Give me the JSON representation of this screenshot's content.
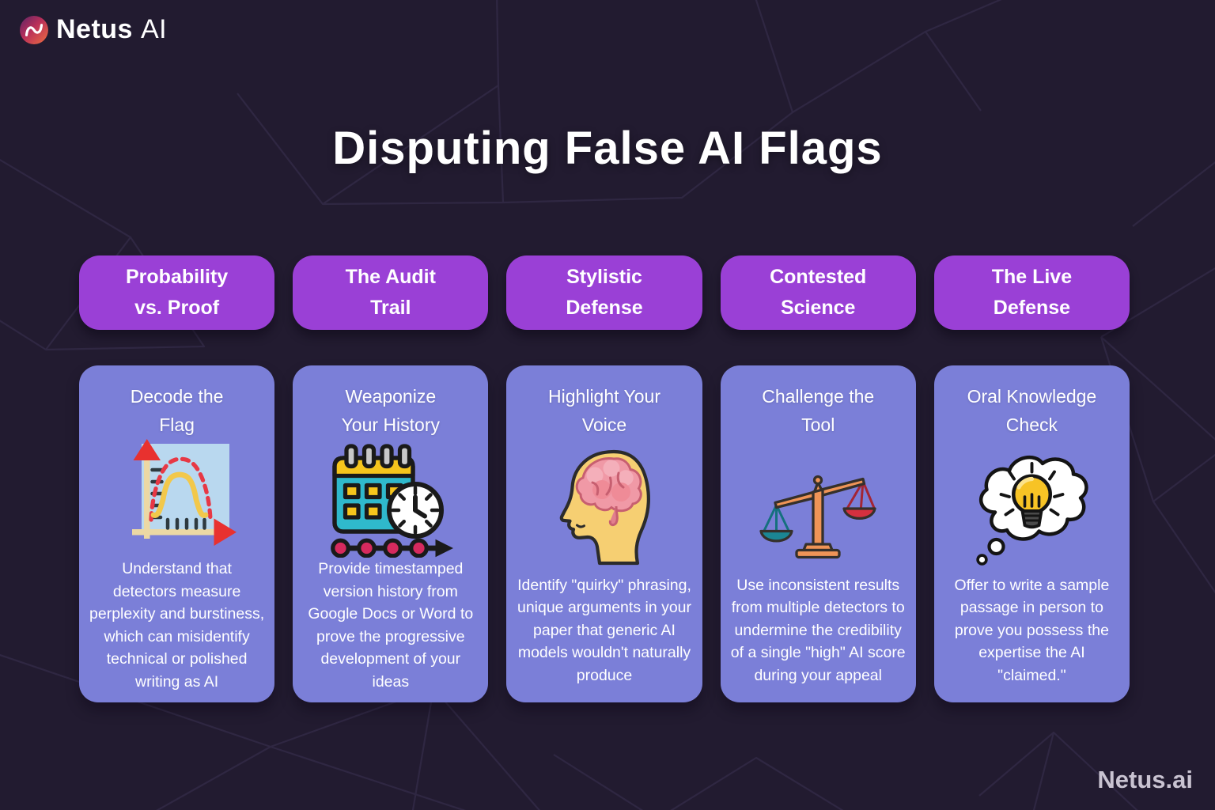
{
  "brand": {
    "logo_icon": "netus-wave-icon",
    "name_primary": "Netus",
    "name_secondary": "AI",
    "watermark": "Netus.ai"
  },
  "title": "Disputing False AI Flags",
  "colors": {
    "background": "#221b30",
    "mesh_line": "#3b3152",
    "pill": "#9a40d6",
    "card": "#7b7fd8",
    "text": "#ffffff",
    "watermark": "#c9c3d1"
  },
  "columns": [
    {
      "pill_label": "Probability\nvs. Proof",
      "card_title": "Decode the\nFlag",
      "icon": "bell-curve-chart-icon",
      "description": "Understand that detectors measure perplexity and burstiness, which can misidentify technical or polished writing as AI"
    },
    {
      "pill_label": "The Audit\nTrail",
      "card_title": "Weaponize\nYour History",
      "icon": "calendar-clock-timeline-icon",
      "description": "Provide timestamped version history from Google Docs or Word to prove the progressive development of your ideas"
    },
    {
      "pill_label": "Stylistic\nDefense",
      "card_title": "Highlight Your\nVoice",
      "icon": "head-brain-icon",
      "description": "Identify \"quirky\" phrasing, unique arguments in your paper that generic AI models wouldn't naturally produce"
    },
    {
      "pill_label": "Contested\nScience",
      "card_title": "Challenge the\nTool",
      "icon": "balance-scale-icon",
      "description": "Use inconsistent results from multiple detectors to undermine the credibility of a single \"high\" AI score during your appeal"
    },
    {
      "pill_label": "The Live\nDefense",
      "card_title": "Oral Knowledge\nCheck",
      "icon": "lightbulb-thought-bubble-icon",
      "description": "Offer to write a sample passage in person to prove you possess the expertise the AI \"claimed.\""
    }
  ]
}
